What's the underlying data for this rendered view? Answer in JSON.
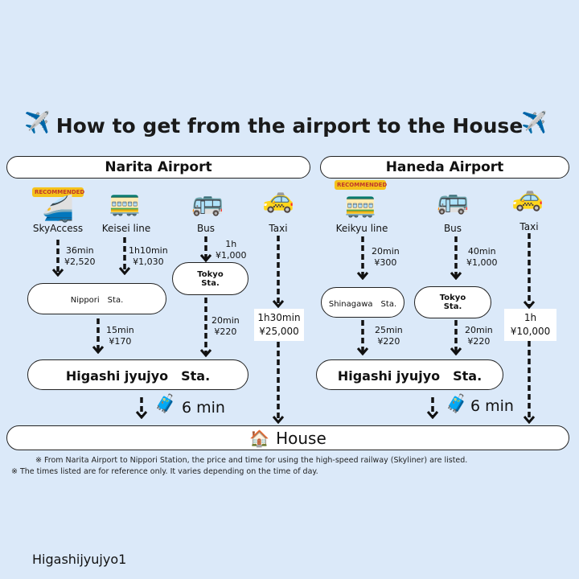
{
  "title": "How to get from the airport to the House",
  "narita": {
    "header": "Narita Airport",
    "modes": [
      {
        "label": "SkyAccess",
        "badge": "RECOMMENDED",
        "time": "36min",
        "price": "¥2,520"
      },
      {
        "label": "Keisei line",
        "time": "1h10min",
        "price": "¥1,030"
      },
      {
        "label": "Bus",
        "time": "1h",
        "price": "¥1,000"
      },
      {
        "label": "Taxi",
        "time": "1h30min",
        "price": "¥25,000"
      }
    ],
    "nippori": "Nippori　Sta.",
    "tokyo_line1": "Tokyo",
    "tokyo_line2": "Sta.",
    "nippori_time": "15min",
    "nippori_price": "¥170",
    "tokyo_time": "20min",
    "tokyo_price": "¥220",
    "higashi": "Higashi jyujyo　Sta.",
    "walk": "6 min"
  },
  "haneda": {
    "header": "Haneda Airport",
    "modes": [
      {
        "label": "Keikyu line",
        "badge": "RECOMMENDED",
        "time": "20min",
        "price": "¥300"
      },
      {
        "label": "Bus",
        "time": "40min",
        "price": "¥1,000"
      },
      {
        "label": "Taxi",
        "time": "1h",
        "price": "¥10,000"
      }
    ],
    "shinagawa": "Shinagawa　Sta.",
    "tokyo_line1": "Tokyo",
    "tokyo_line2": "Sta.",
    "shinagawa_time": "25min",
    "shinagawa_price": "¥220",
    "tokyo_time": "20min",
    "tokyo_price": "¥220",
    "higashi": "Higashi jyujyo　Sta.",
    "walk": "6 min"
  },
  "house": "House",
  "notes": [
    "※ From Narita Airport to Nippori Station, the price and time for using the high-speed railway (Skyliner) are listed.",
    "※ The times listed are for reference only. It varies depending on the time of day."
  ],
  "footer": "Higashijyujyo1"
}
